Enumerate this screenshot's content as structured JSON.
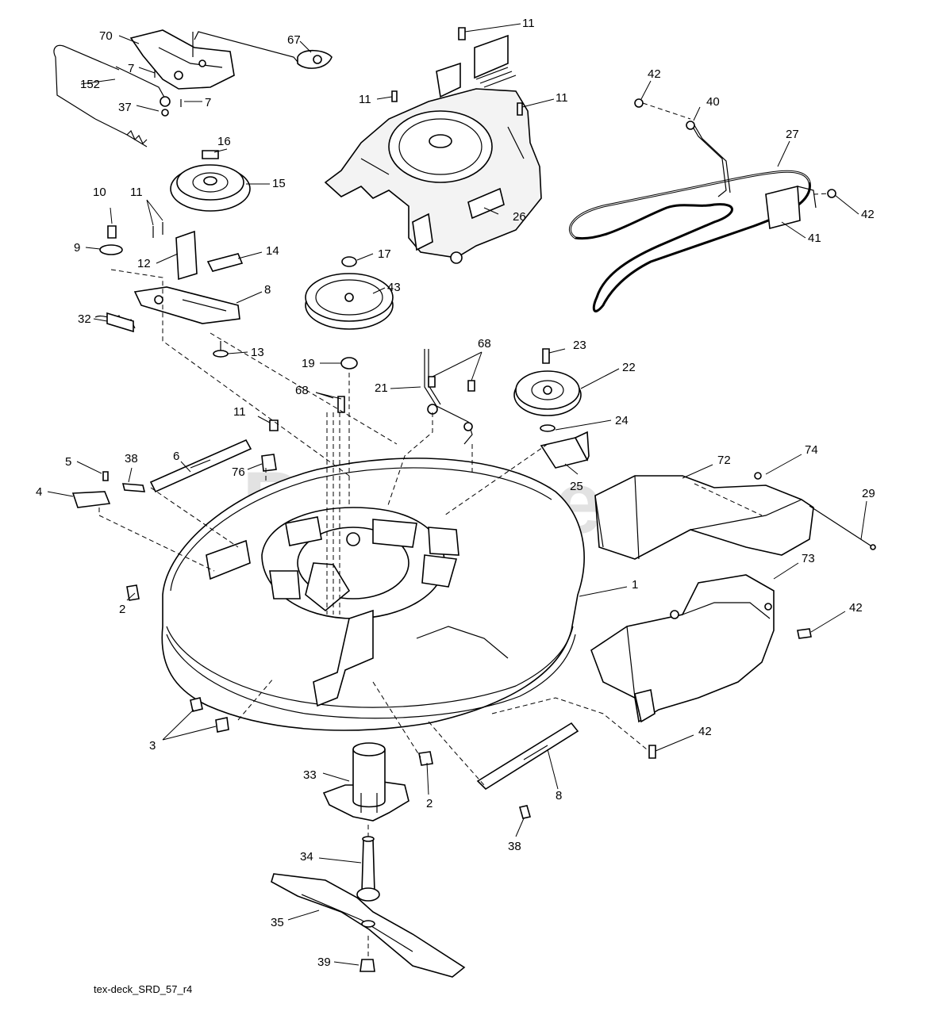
{
  "diagram": {
    "caption": "tex-deck_SRD_57_r4",
    "watermark": "PartsTree",
    "callouts": {
      "c70": "70",
      "c67": "67",
      "c7a": "7",
      "c7b": "7",
      "c152": "152",
      "c37": "37",
      "c11a": "11",
      "c11b": "11",
      "c11c": "11",
      "c11d": "11",
      "c11e": "11",
      "c42a": "42",
      "c40": "40",
      "c27": "27",
      "c42b": "42",
      "c41": "41",
      "c16": "16",
      "c15": "15",
      "c10": "10",
      "c9": "9",
      "c12": "12",
      "c14": "14",
      "c8a": "8",
      "c32": "32",
      "c13": "13",
      "c26": "26",
      "c17": "17",
      "c43": "43",
      "c19": "19",
      "c68a": "68",
      "c68b": "68",
      "c21": "21",
      "c23": "23",
      "c22": "22",
      "c24": "24",
      "c25": "25",
      "c5": "5",
      "c38a": "38",
      "c6": "6",
      "c76": "76",
      "c4": "4",
      "c72": "72",
      "c74": "74",
      "c29": "29",
      "c1": "1",
      "c73": "73",
      "c2a": "2",
      "c42c": "42",
      "c3": "3",
      "c42d": "42",
      "c33": "33",
      "c2b": "2",
      "c8b": "8",
      "c38b": "38",
      "c34": "34",
      "c35": "35",
      "c39": "39"
    }
  }
}
